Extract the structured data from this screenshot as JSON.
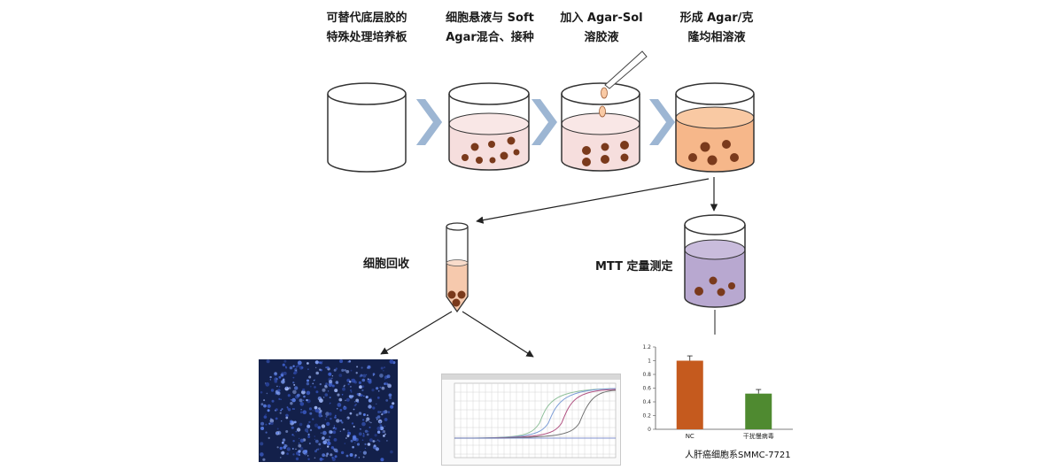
{
  "steps": [
    {
      "line1": "可替代底层胶的",
      "line2": "特殊处理培养板"
    },
    {
      "line1": "细胞悬液与 Soft",
      "line2": "Agar混合、接种"
    },
    {
      "line1": "加入 Agar-Sol",
      "line2": "溶胶液"
    },
    {
      "line1": "形成 Agar/克",
      "line2": "隆均相溶液"
    }
  ],
  "branches": {
    "cell_recovery": "细胞回收",
    "mtt": "MTT 定量测定"
  },
  "colors": {
    "arrow_fill": "#9db6d3",
    "pink_medium": "#f6dedd",
    "orange_medium": "#f6b78a",
    "purple_medium": "#b8a8d0",
    "colony": "#7a3a1c",
    "bar_nc": "#c55a1e",
    "bar_treated": "#4f8a30"
  },
  "chart_data": {
    "type": "bar",
    "categories": [
      "NC",
      "干扰慢病毒"
    ],
    "series": [
      {
        "values": [
          1.0,
          0.52
        ],
        "errors": [
          0.07,
          0.06
        ]
      }
    ],
    "ylim": [
      0,
      1.2
    ],
    "yticks": [
      "0",
      "0.2",
      "0.4",
      "0.6",
      "0.8",
      "1",
      "1.2"
    ],
    "caption": "人肝癌细胞系SMMC-7721"
  }
}
